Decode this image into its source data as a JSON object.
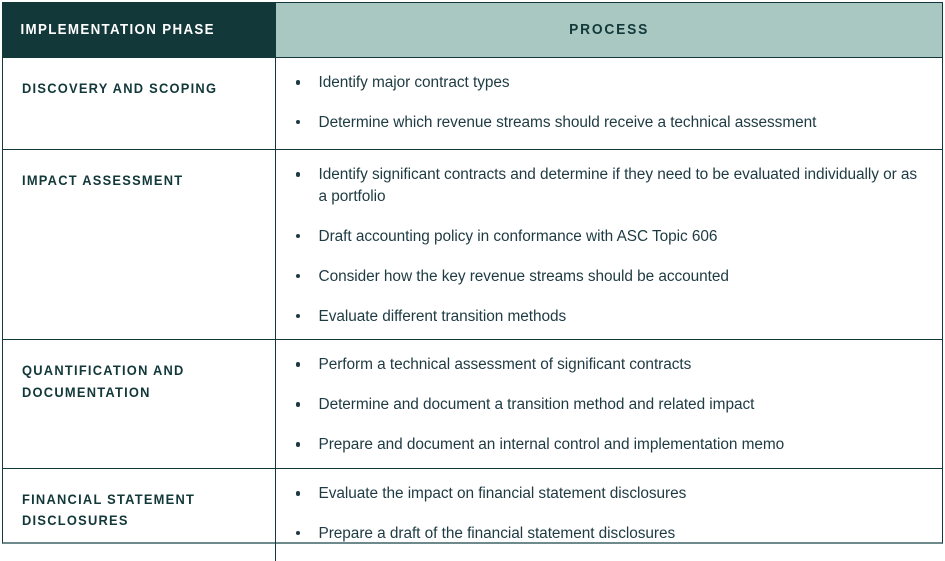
{
  "table": {
    "header": {
      "phase_column": "IMPLEMENTATION PHASE",
      "process_column": "PROCESS"
    },
    "colors": {
      "header_dark": "#13383a",
      "header_light": "#a9c8c2",
      "border": "#13383a",
      "bottom_border": "#6f8a8c",
      "body_text": "#1e3a42",
      "phase_text": "#12383a",
      "header_text_light": "#ffffff"
    },
    "rows": [
      {
        "phase": "DISCOVERY AND SCOPING",
        "process": [
          "Identify major contract types",
          "Determine which revenue streams should receive a technical assessment"
        ]
      },
      {
        "phase": "IMPACT ASSESSMENT",
        "process": [
          "Identify significant contracts and determine if they need to be evaluated individually or as a portfolio",
          "Draft accounting policy in conformance with ASC Topic 606",
          "Consider how the key revenue streams should be accounted",
          "Evaluate different transition methods"
        ]
      },
      {
        "phase": "QUANTIFICATION AND DOCUMENTATION",
        "process": [
          "Perform a technical assessment of significant contracts",
          "Determine and document a transition method and related impact",
          "Prepare and document an internal control and implementation memo"
        ]
      },
      {
        "phase": "FINANCIAL STATEMENT DISCLOSURES",
        "process": [
          "Evaluate the impact on financial statement disclosures",
          "Prepare a draft of the financial statement disclosures"
        ]
      }
    ]
  }
}
